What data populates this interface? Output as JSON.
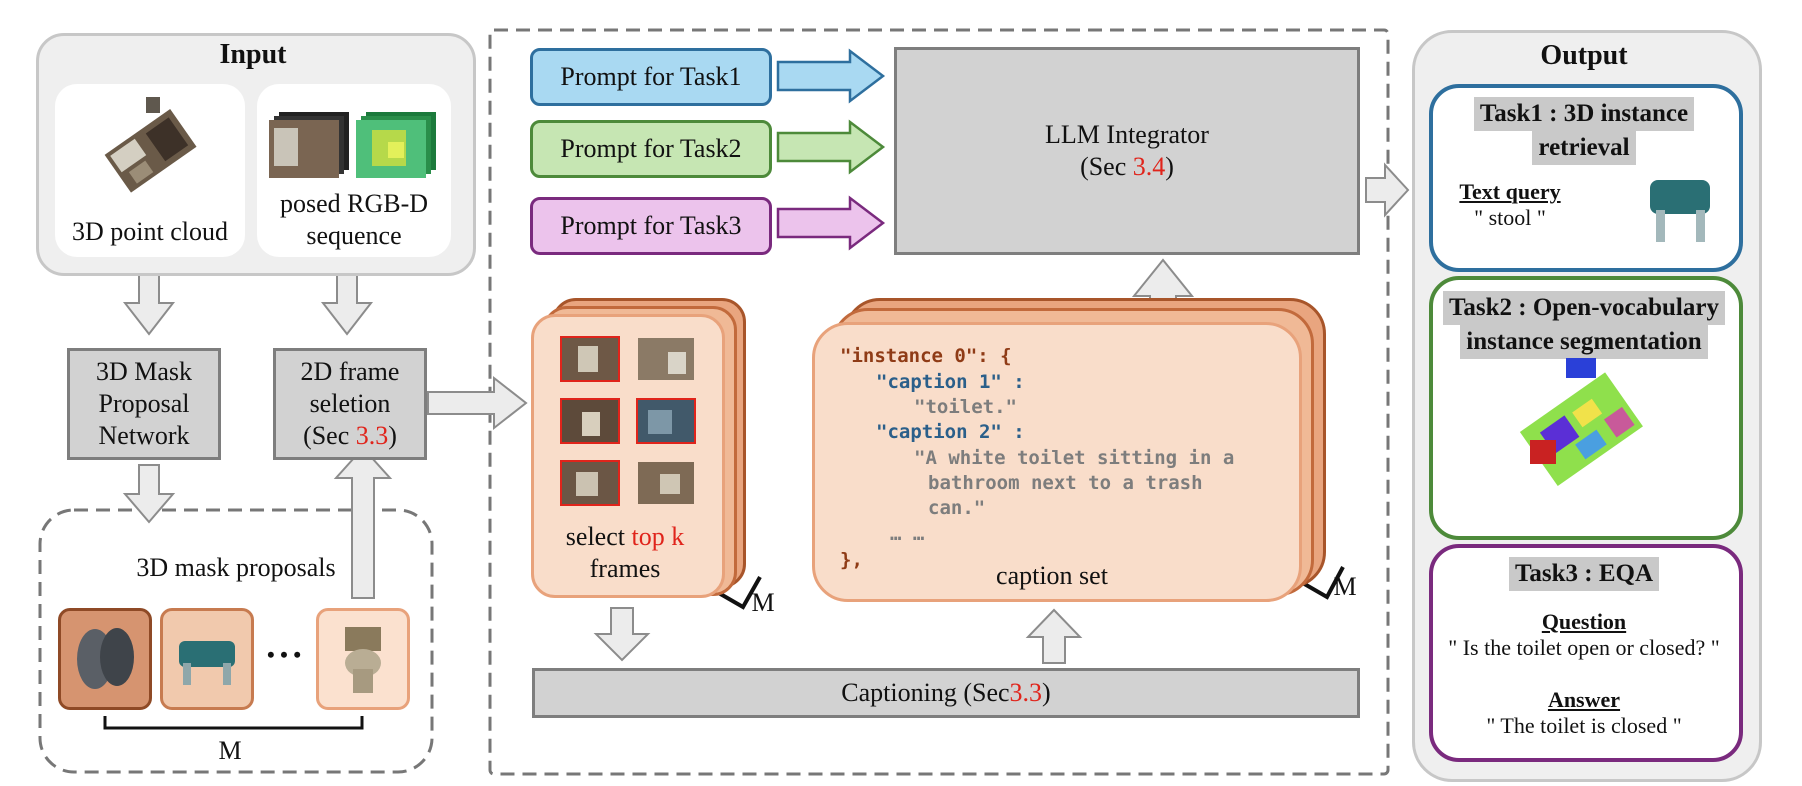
{
  "input": {
    "title": "Input",
    "point_cloud_label": "3D point cloud",
    "rgbd_label_line1": "posed RGB-D",
    "rgbd_label_line2": "sequence"
  },
  "mask_network": {
    "line1": "3D Mask",
    "line2": "Proposal",
    "line3": "Network"
  },
  "frame_selection": {
    "line1": "2D frame",
    "line2": "seletion",
    "line3_prefix": "(Sec ",
    "line3_ref": "3.3",
    "line3_suffix": ")"
  },
  "mask_proposals": {
    "title": "3D mask proposals",
    "ellipsis": "• • •",
    "count_label": "M"
  },
  "prompts": {
    "task1": "Prompt for Task1",
    "task2": "Prompt for Task2",
    "task3": "Prompt for Task3"
  },
  "llm": {
    "line1": "LLM Integrator",
    "line2_prefix": "(Sec ",
    "line2_ref": "3.4",
    "line2_suffix": ")"
  },
  "frames_stack": {
    "label_prefix": "select ",
    "label_highlight": "top k",
    "label_line2": "frames",
    "count_label": "M"
  },
  "caption_set": {
    "title": "caption set",
    "count_label": "M",
    "code_instance": "\"instance 0\": {",
    "code_caption1_key": "\"caption 1\" :",
    "code_caption1_val": "\"toilet.\"",
    "code_caption2_key": "\"caption 2\" :",
    "code_caption2_val_line1": "\"A white toilet sitting in a",
    "code_caption2_val_line2": "bathroom next to a trash",
    "code_caption2_val_line3": "can.\"",
    "code_ellipsis": "… …",
    "code_close": "},"
  },
  "captioning": {
    "prefix": "Captioning (Sec ",
    "ref": "3.3",
    "suffix": ")"
  },
  "output": {
    "title": "Output",
    "task1": {
      "title_line1": "Task1 : 3D instance",
      "title_line2": "retrieval",
      "query_label": "Text query",
      "query_value": "\" stool \""
    },
    "task2": {
      "title_line1": "Task2 : Open-vocabulary",
      "title_line2": "instance segmentation"
    },
    "task3": {
      "title": "Task3 : EQA",
      "question_label": "Question",
      "question_value": "\" Is the toilet open or closed? \"",
      "answer_label": "Answer",
      "answer_value": "\" The toilet is closed \""
    }
  },
  "colors": {
    "task1": "#2e6f9e",
    "task1_fill": "#a9d9f2",
    "task2": "#4d8a3a",
    "task2_fill": "#c6e6b3",
    "task3": "#7a2a7e",
    "task3_fill": "#ecc3ec",
    "peach": "#f7dccb",
    "peach_border": "#e8a27b",
    "highlight_red": "#e0241b"
  }
}
